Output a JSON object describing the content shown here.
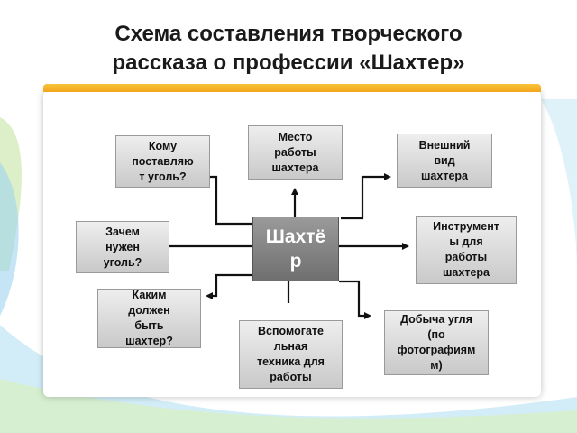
{
  "title": {
    "line1": "Схема составления творческого",
    "line2": "рассказа  о профессии «Шахтер»"
  },
  "colors": {
    "accent_bar": "#f3a51b",
    "box_fill": "#dcdcdc",
    "center_fill": "#858585",
    "arrow": "#111111"
  },
  "diagram": {
    "center": {
      "line1": "Шахтё",
      "line2": "р"
    },
    "nodes": {
      "whom": {
        "lines": [
          "Кому",
          "поставляю",
          "т уголь?"
        ]
      },
      "place": {
        "lines": [
          "Место",
          "работы",
          "шахтера"
        ]
      },
      "appearance": {
        "lines": [
          "Внешний",
          "вид",
          "шахтера"
        ]
      },
      "why": {
        "lines": [
          "Зачем",
          "нужен",
          "уголь?"
        ]
      },
      "tools": {
        "lines": [
          "Инструмент",
          "ы для",
          "работы",
          "шахтера"
        ]
      },
      "qualities": {
        "lines": [
          "Каким",
          "должен",
          "быть",
          "шахтер?"
        ]
      },
      "equipment": {
        "lines": [
          "Вспомогате",
          "льная",
          "техника для",
          "работы"
        ]
      },
      "mining": {
        "lines": [
          "Добыча угля",
          "(по",
          "фотографиям",
          "м)"
        ]
      }
    }
  }
}
